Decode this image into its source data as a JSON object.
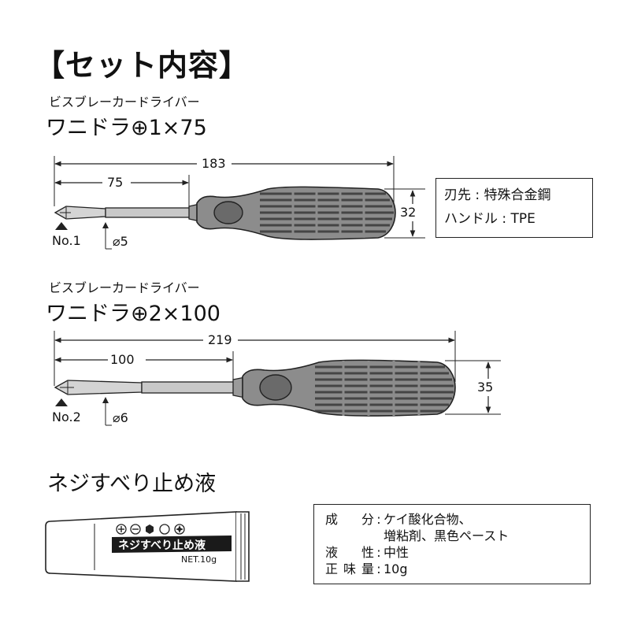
{
  "heading": "【セット内容】",
  "products": [
    {
      "category": "ビスブレーカードライバー",
      "model": "ワニドラ⊕1×75",
      "total_length": "183",
      "blade_length": "75",
      "handle_diameter": "32",
      "tip_no": "No.1",
      "shaft_diameter": "⌀5",
      "specs": [
        {
          "key": "刃先",
          "value": "特殊合金鋼"
        },
        {
          "key": "ハンドル",
          "value": "TPE"
        }
      ]
    },
    {
      "category": "ビスブレーカードライバー",
      "model": "ワニドラ⊕2×100",
      "total_length": "219",
      "blade_length": "100",
      "handle_diameter": "35",
      "tip_no": "No.2",
      "shaft_diameter": "⌀6"
    }
  ],
  "liquid": {
    "title": "ネジすべり止め液",
    "tube_label": "ネジすべり止め液",
    "tube_net": "NET.10g",
    "tube_icons": [
      "plus-head-icon",
      "minus-head-icon",
      "hex-head-icon",
      "round-head-icon",
      "star-head-icon"
    ],
    "specs": [
      {
        "key": "成分",
        "value": "ケイ酸化合物、"
      },
      {
        "key": "",
        "value": "増粘剤、黒色ペースト"
      },
      {
        "key": "液性",
        "value": "中性"
      },
      {
        "key": "正味量",
        "value": "10g"
      }
    ]
  },
  "colors": {
    "handle_fill": "#8c8c8c",
    "handle_dark": "#5a5a5a",
    "shaft_fill": "#c8c8c8",
    "line": "#222222"
  }
}
